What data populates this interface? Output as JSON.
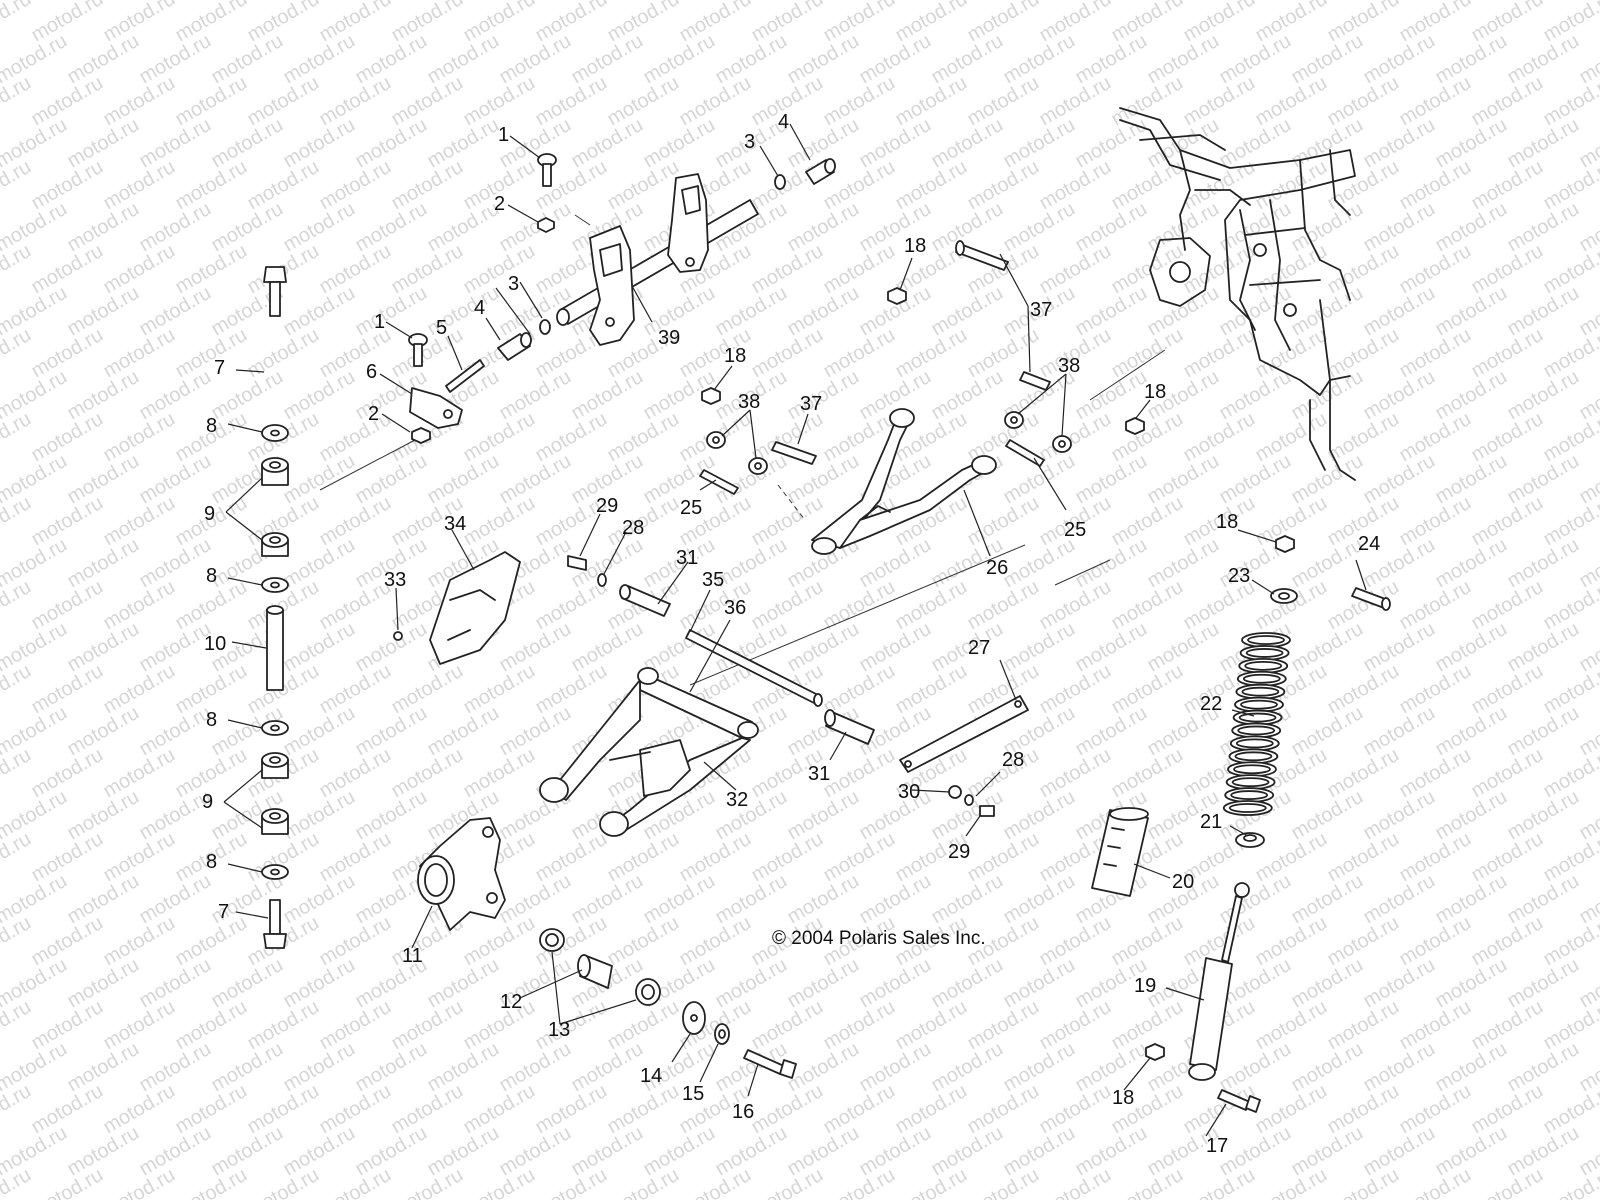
{
  "watermark": "motod.ru",
  "copyright": "© 2004 Polaris Sales Inc.",
  "callouts": {
    "c1a": "1",
    "c1b": "1",
    "c2a": "2",
    "c2b": "2",
    "c3a": "3",
    "c3b": "3",
    "c4a": "4",
    "c4b": "4",
    "c5": "5",
    "c6": "6",
    "c7a": "7",
    "c7b": "7",
    "c8a": "8",
    "c8b": "8",
    "c8c": "8",
    "c8d": "8",
    "c9a": "9",
    "c9b": "9",
    "c10": "10",
    "c11": "11",
    "c12": "12",
    "c13": "13",
    "c14": "14",
    "c15": "15",
    "c16": "16",
    "c17": "17",
    "c18a": "18",
    "c18b": "18",
    "c18c": "18",
    "c18d": "18",
    "c18e": "18",
    "c19": "19",
    "c20": "20",
    "c21": "21",
    "c22": "22",
    "c23": "23",
    "c24": "24",
    "c25a": "25",
    "c25b": "25",
    "c26": "26",
    "c27": "27",
    "c28a": "28",
    "c28b": "28",
    "c29a": "29",
    "c29b": "29",
    "c30": "30",
    "c31a": "31",
    "c31b": "31",
    "c32": "32",
    "c33": "33",
    "c34": "34",
    "c35": "35",
    "c36": "36",
    "c37a": "37",
    "c37b": "37",
    "c38a": "38",
    "c38b": "38",
    "c39": "39"
  }
}
